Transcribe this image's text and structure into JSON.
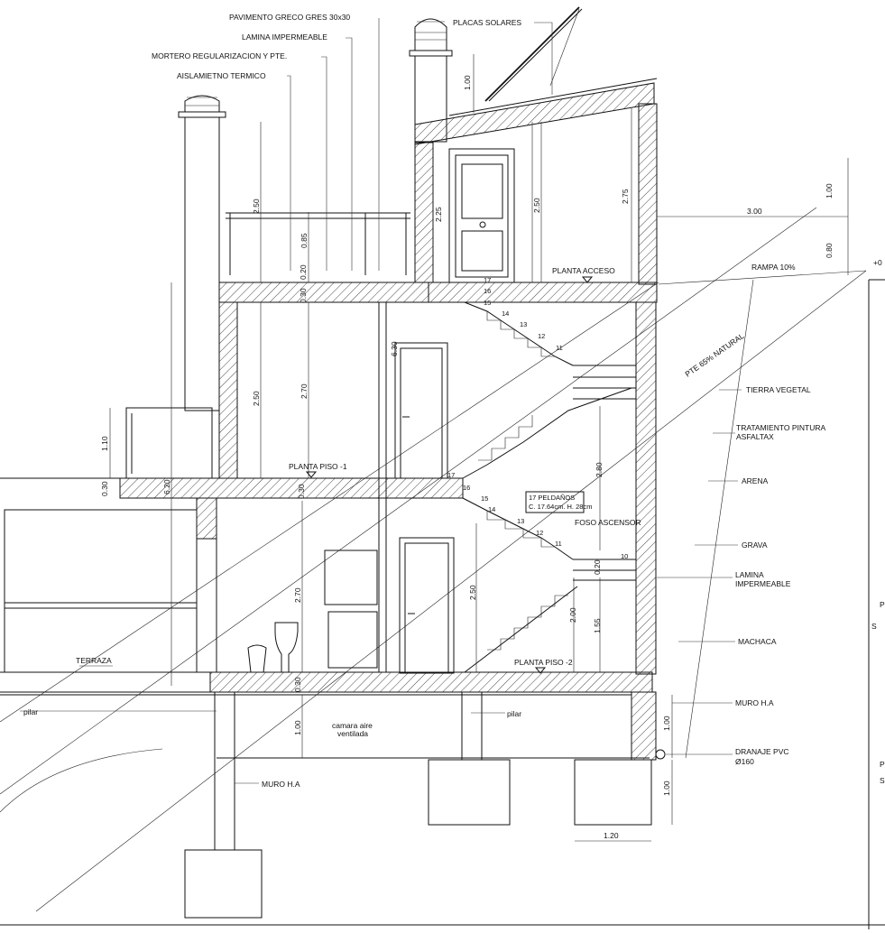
{
  "annotations": {
    "pavimento": "PAVIMENTO GRECO GRES 30x30",
    "lamina_top": "LAMINA IMPERMEABLE",
    "mortero": "MORTERO REGULARIZACION Y PTE.",
    "aislamiento": "AISLAMIETNO TERMICO",
    "placas": "PLACAS SOLARES",
    "rampa": "RAMPA 10%",
    "pte_natural": "PTE 65% NATURAL",
    "tierra": "TIERRA VEGETAL",
    "tratamiento1": "TRATAMIENTO PINTURA",
    "tratamiento2": "ASFALTAX",
    "arena": "ARENA",
    "grava": "GRAVA",
    "lamina_wall1": "LAMINA",
    "lamina_wall2": "IMPERMEABLE",
    "machaca": "MACHACA",
    "muro_ha_right": "MURO H.A",
    "drenaje1": "DRANAJE PVC",
    "drenaje2": "Ø160",
    "foso": "FOSO ASCENSOR",
    "peldanos1": "17 PELDAÑOS",
    "peldanos2": "C. 17.64cm. H. 28cm",
    "terraza": "TERRAZA",
    "pilar_left": "pilar",
    "pilar_right": "pilar",
    "camara1": "camara aire",
    "camara2": "ventilada",
    "muro_ha_left": "MURO H.A"
  },
  "levels": {
    "acceso": "PLANTA  ACCESO",
    "piso1": "PLANTA  PISO -1",
    "piso2": "PLANTA  PISO -2"
  },
  "dimensions": {
    "d100_top": "1.00",
    "d250_a": "2.50",
    "d085": "0.85",
    "d225": "2.25",
    "d250_b": "2.50",
    "d275": "2.75",
    "d100_right": "1.00",
    "d080": "0.80",
    "d300": "3.00",
    "d030_a": "0.30",
    "d020": "0.20",
    "d630": "6.30",
    "d250_c": "2.50",
    "d270_a": "2.70",
    "d110": "1.10",
    "d030_b": "0.30",
    "d620": "6.20",
    "d030_c": "0.30",
    "d280": "2.80",
    "d270_b": "2.70",
    "d250_d": "2.50",
    "d020_b": "0.20",
    "d200": "2.00",
    "d155": "1.55",
    "d030_d": "0.30",
    "d100_bottom": "1.00",
    "d100_pilar": "1.00",
    "d100_footing": "1.00",
    "d120": "1.20",
    "d_plus": "+0"
  },
  "steps_upper": [
    "17",
    "16",
    "15",
    "14",
    "13",
    "12",
    "11"
  ],
  "steps_mid": [
    "17",
    "16",
    "15",
    "14",
    "13",
    "12",
    "11",
    "10"
  ],
  "side_panel": [
    "S",
    "P",
    "P",
    "S"
  ]
}
